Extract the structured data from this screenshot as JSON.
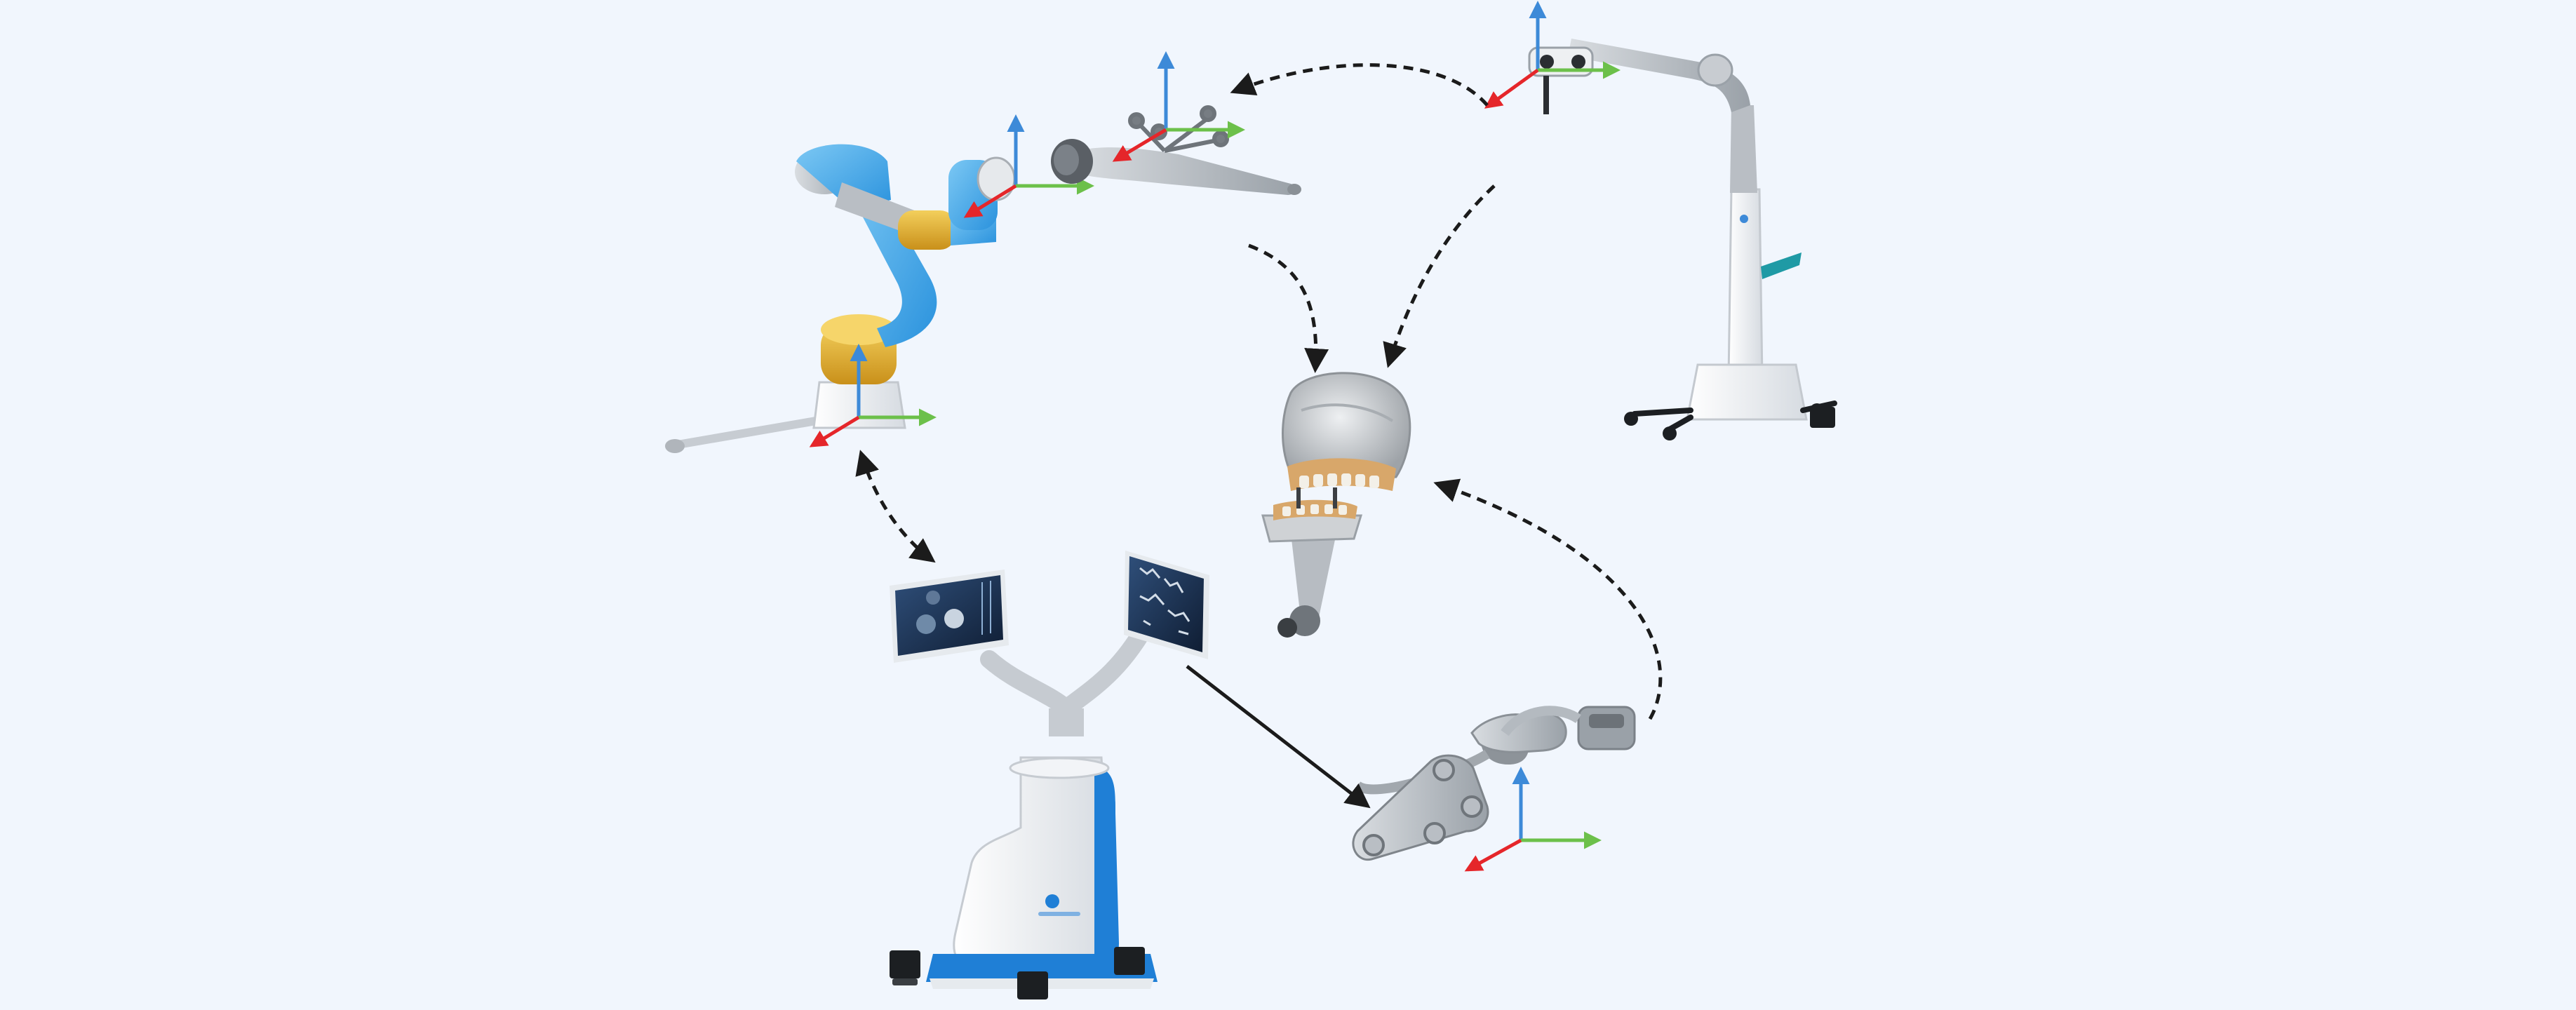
{
  "palette": {
    "background": "#f1f6fd",
    "robot_blue": "#3aa8ec",
    "robot_gold": "#e8b634",
    "robot_grey": "#a9aeb4",
    "axis_x_green": "#6cc04a",
    "axis_y_red": "#e5262a",
    "axis_z_blue": "#3d8ad8",
    "arrow": "#1b1b1b",
    "cart_accent_blue": "#1f7fd6",
    "stand_teal": "#1f9aa5",
    "skull_grey": "#c9ccd0",
    "teeth_tan": "#d8a76a"
  },
  "components": [
    {
      "id": "robot-arm",
      "icon": "collaborative-robot-arm-icon"
    },
    {
      "id": "handpiece-tracker",
      "icon": "dental-handpiece-with-marker-icon"
    },
    {
      "id": "optical-tracker-stand",
      "icon": "optical-tracking-camera-stand-icon"
    },
    {
      "id": "patient-phantom",
      "icon": "skull-phantom-icon"
    },
    {
      "id": "patient-reference",
      "icon": "patient-reference-marker-icon"
    },
    {
      "id": "navigation-cart",
      "icon": "navigation-workstation-cart-icon"
    }
  ],
  "connections": [
    {
      "from": "optical-tracker-stand",
      "to": "handpiece-tracker",
      "style": "dashed"
    },
    {
      "from": "handpiece-tracker",
      "to": "patient-phantom",
      "style": "dashed"
    },
    {
      "from": "optical-tracker-stand",
      "to": "patient-phantom",
      "style": "dashed"
    },
    {
      "from": "robot-arm",
      "to": "navigation-cart",
      "style": "dashed-bidirectional"
    },
    {
      "from": "patient-reference",
      "to": "patient-phantom",
      "style": "dashed"
    },
    {
      "from": "navigation-cart",
      "to": "patient-reference",
      "style": "solid"
    }
  ]
}
